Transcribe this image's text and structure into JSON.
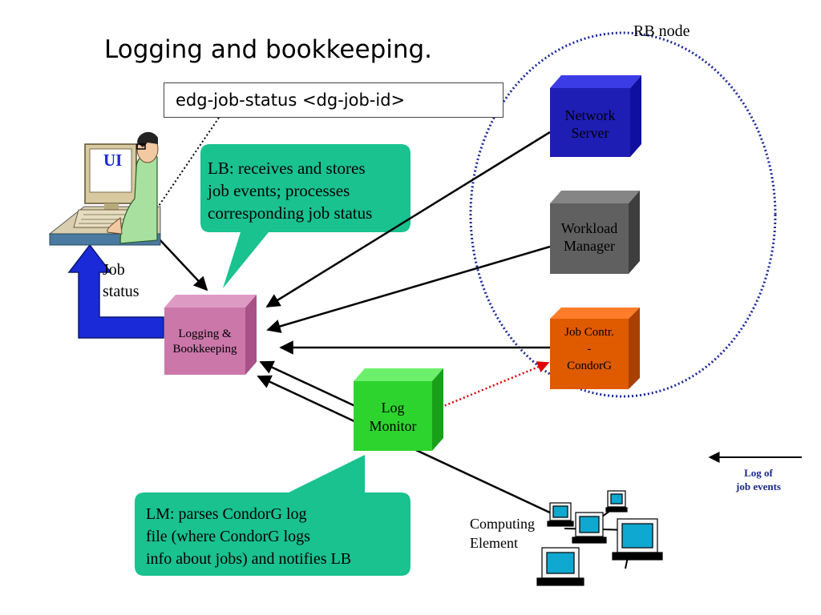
{
  "title": "Logging and bookkeeping.",
  "command": "edg-job-status <dg-job-id>",
  "rb_node_label": "RB node",
  "ui_label": "UI",
  "job_status_label": [
    "Job",
    "status"
  ],
  "components": {
    "network_server": {
      "lines": [
        "Network",
        "Server"
      ],
      "color": "#1e1eb4"
    },
    "workload_manager": {
      "lines": [
        "Workload",
        "Manager"
      ],
      "color": "#606060"
    },
    "job_controller": {
      "lines": [
        "Job Contr.",
        "-",
        "CondorG"
      ],
      "color": "#e05a00"
    },
    "logging_bookkeeping": {
      "lines": [
        "Logging &",
        "Bookkeeping"
      ],
      "color": "#cc77aa"
    },
    "log_monitor": {
      "lines": [
        "Log",
        "Monitor"
      ],
      "color": "#2ed42e"
    }
  },
  "callouts": {
    "lb": [
      "LB: receives and stores",
      "job events; processes",
      "corresponding job status"
    ],
    "lm": [
      "LM: parses CondorG log",
      "file (where CondorG logs",
      "info about jobs) and notifies LB"
    ]
  },
  "computing_element_label": [
    "Computing",
    "Element"
  ],
  "legend_label": [
    "Log of",
    "job events"
  ],
  "colors": {
    "callout": "#19c28f",
    "rb_ellipse": "#1a2a9a",
    "status_arrow": "#1a2ad8",
    "legend_text": "#1a2a8a"
  }
}
